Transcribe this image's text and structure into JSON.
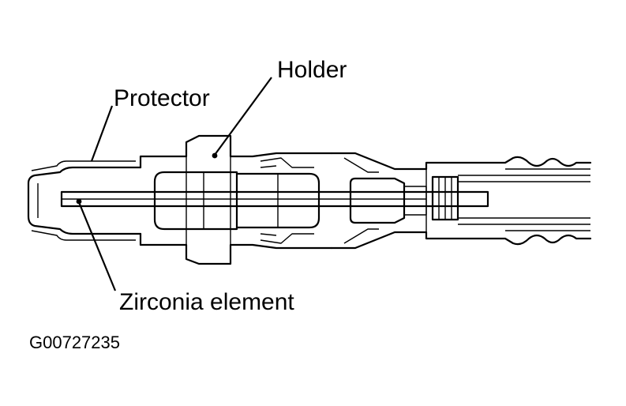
{
  "labels": {
    "holder": "Holder",
    "protector": "Protector",
    "zirconia_element": "Zirconia element",
    "figure_code": "G00727235"
  },
  "colors": {
    "ink": "#000000",
    "paper": "#ffffff"
  }
}
